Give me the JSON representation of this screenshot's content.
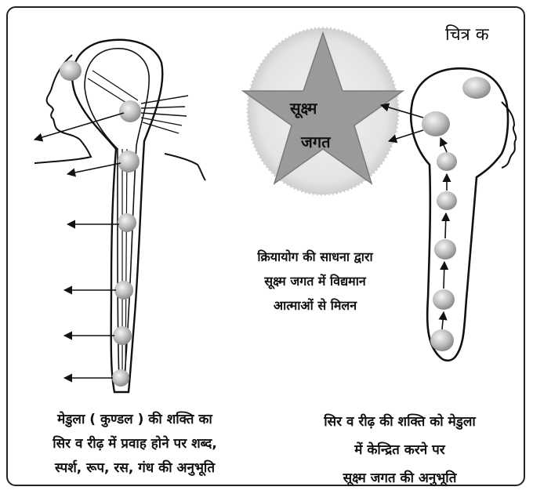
{
  "figure_label": "चित्र क",
  "star_text": {
    "line1": "सूक्ष्म",
    "line2": "जगत"
  },
  "middle_caption": {
    "line1": "क्रियायोग की साधना द्वारा",
    "line2": "सूक्ष्म जगत में विद्यमान",
    "line3": "आत्माओं से मिलन"
  },
  "left_caption": {
    "line1": "मेडुला ( कुण्डल ) की शक्ति का",
    "line2": "सिर व रीढ़ में प्रवाह होने पर शब्द,",
    "line3": "स्पर्श, रूप, रस, गंध की अनुभूति"
  },
  "right_caption": {
    "line1": "सिर व रीढ़ की शक्ति को मेडुला",
    "line2": "में केन्द्रित करने पर",
    "line3": "सूक्ष्म जगत की अनुभूति"
  },
  "colors": {
    "star_fill": "#9a9a9a",
    "glow_fill": "#e6e6e6",
    "node_fill": "#b8b8b8",
    "line": "#111111"
  }
}
